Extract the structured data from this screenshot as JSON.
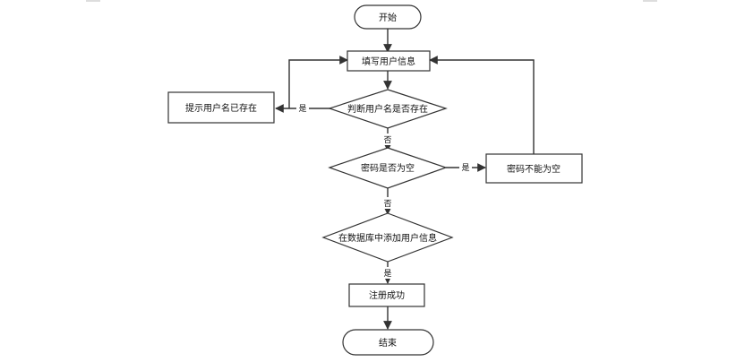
{
  "nodes": {
    "start": "开始",
    "fill_info": "填写用户信息",
    "check_username": "判断用户名是否存在",
    "username_exists_msg": "提示用户名已存在",
    "check_password": "密码是否为空",
    "password_empty_msg": "密码不能为空",
    "add_to_db": "在数据库中添加用户信息",
    "register_success": "注册成功",
    "end": "结束"
  },
  "edges": {
    "username_yes": "是",
    "username_no": "否",
    "password_yes": "是",
    "password_no": "否",
    "db_yes": "是"
  }
}
